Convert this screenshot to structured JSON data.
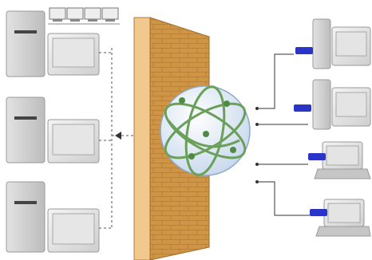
{
  "diagram": {
    "type": "network-firewall-illustration",
    "left_group": {
      "devices": [
        "desktop-computer",
        "desktop-computer",
        "desktop-computer"
      ],
      "mini_monitors_count": 4,
      "connector": "dashed"
    },
    "center": {
      "wall": "brick-firewall",
      "globe": "network-globe"
    },
    "right_group": {
      "devices": [
        "desktop-with-remote-access",
        "desktop-with-remote-access",
        "laptop-with-remote-access",
        "laptop-with-remote-access"
      ],
      "connector": "solid"
    },
    "flow_direction": "right-to-left",
    "colors": {
      "wall": "#d7a050",
      "wall_edge": "#f1c98e",
      "globe": "#dce8f5",
      "globe_lines": "#6aa05a",
      "remote_key": "#2b34c8",
      "device": "#c6c6c6"
    }
  }
}
